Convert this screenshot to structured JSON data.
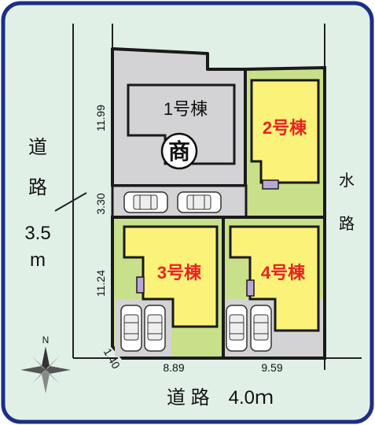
{
  "plan": {
    "lots": [
      {
        "label": "1号棟",
        "color": "#000000"
      },
      {
        "label": "2号棟",
        "color": "#e8221f"
      },
      {
        "label": "3号棟",
        "color": "#e8221f"
      },
      {
        "label": "4号棟",
        "color": "#e8221f"
      }
    ],
    "shop_badge": "商",
    "roads": {
      "west_line1": "道",
      "west_line2": "路",
      "west_width": "3.5",
      "west_unit": "m",
      "south": "道 路　4.0ｍ"
    },
    "waterway": {
      "line1": "水",
      "line2": "路"
    },
    "dimensions": {
      "north_lot": "11.99",
      "driveway": "3.30",
      "south_lots": "11.24",
      "corner_cut": "1.40",
      "lot3_frontage": "8.89",
      "lot4_frontage": "9.59"
    },
    "compass": {
      "north": "N"
    },
    "colors": {
      "frame_border": "#1c2e86",
      "frame_bg": "#e1f0e7",
      "lot_gray": "#d3d3d5",
      "lot_green": "#c9e08a",
      "house_yellow": "#fbf27a",
      "lot_line": "#1a1a1a",
      "red_label": "#e8221f",
      "porch_purple": "#b9a6d9"
    }
  }
}
